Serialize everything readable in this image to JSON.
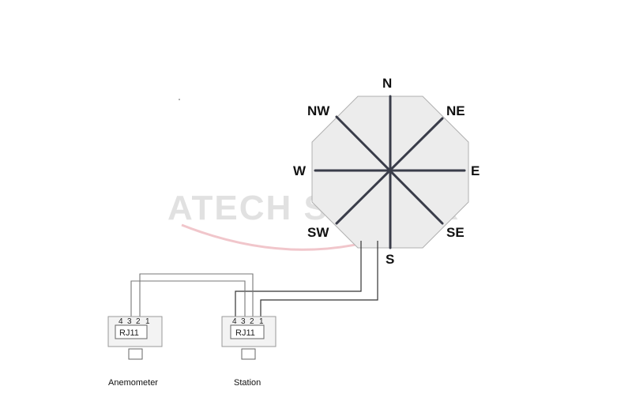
{
  "watermark": "ATECH SENSOR",
  "wind_vane": {
    "directions": {
      "n": "N",
      "ne": "NE",
      "e": "E",
      "se": "SE",
      "s": "S",
      "sw": "SW",
      "w": "W",
      "nw": "NW"
    }
  },
  "connectors": {
    "anemometer": {
      "pins": [
        "4",
        "3",
        "2",
        "1"
      ],
      "port_label": "RJ11",
      "caption": "Anemometer"
    },
    "station": {
      "pins": [
        "4",
        "3",
        "2",
        "1"
      ],
      "port_label": "RJ11",
      "caption": "Station"
    }
  },
  "colors": {
    "spoke": "#3a3d4a",
    "wire": "#333333",
    "wire_dashed": "#888888",
    "octagon_fill": "#ececec",
    "octagon_stroke": "#b0b0b0",
    "box_fill": "#f3f3f3",
    "box_stroke": "#999999",
    "watermark_swoosh": "#e8a0a8"
  }
}
